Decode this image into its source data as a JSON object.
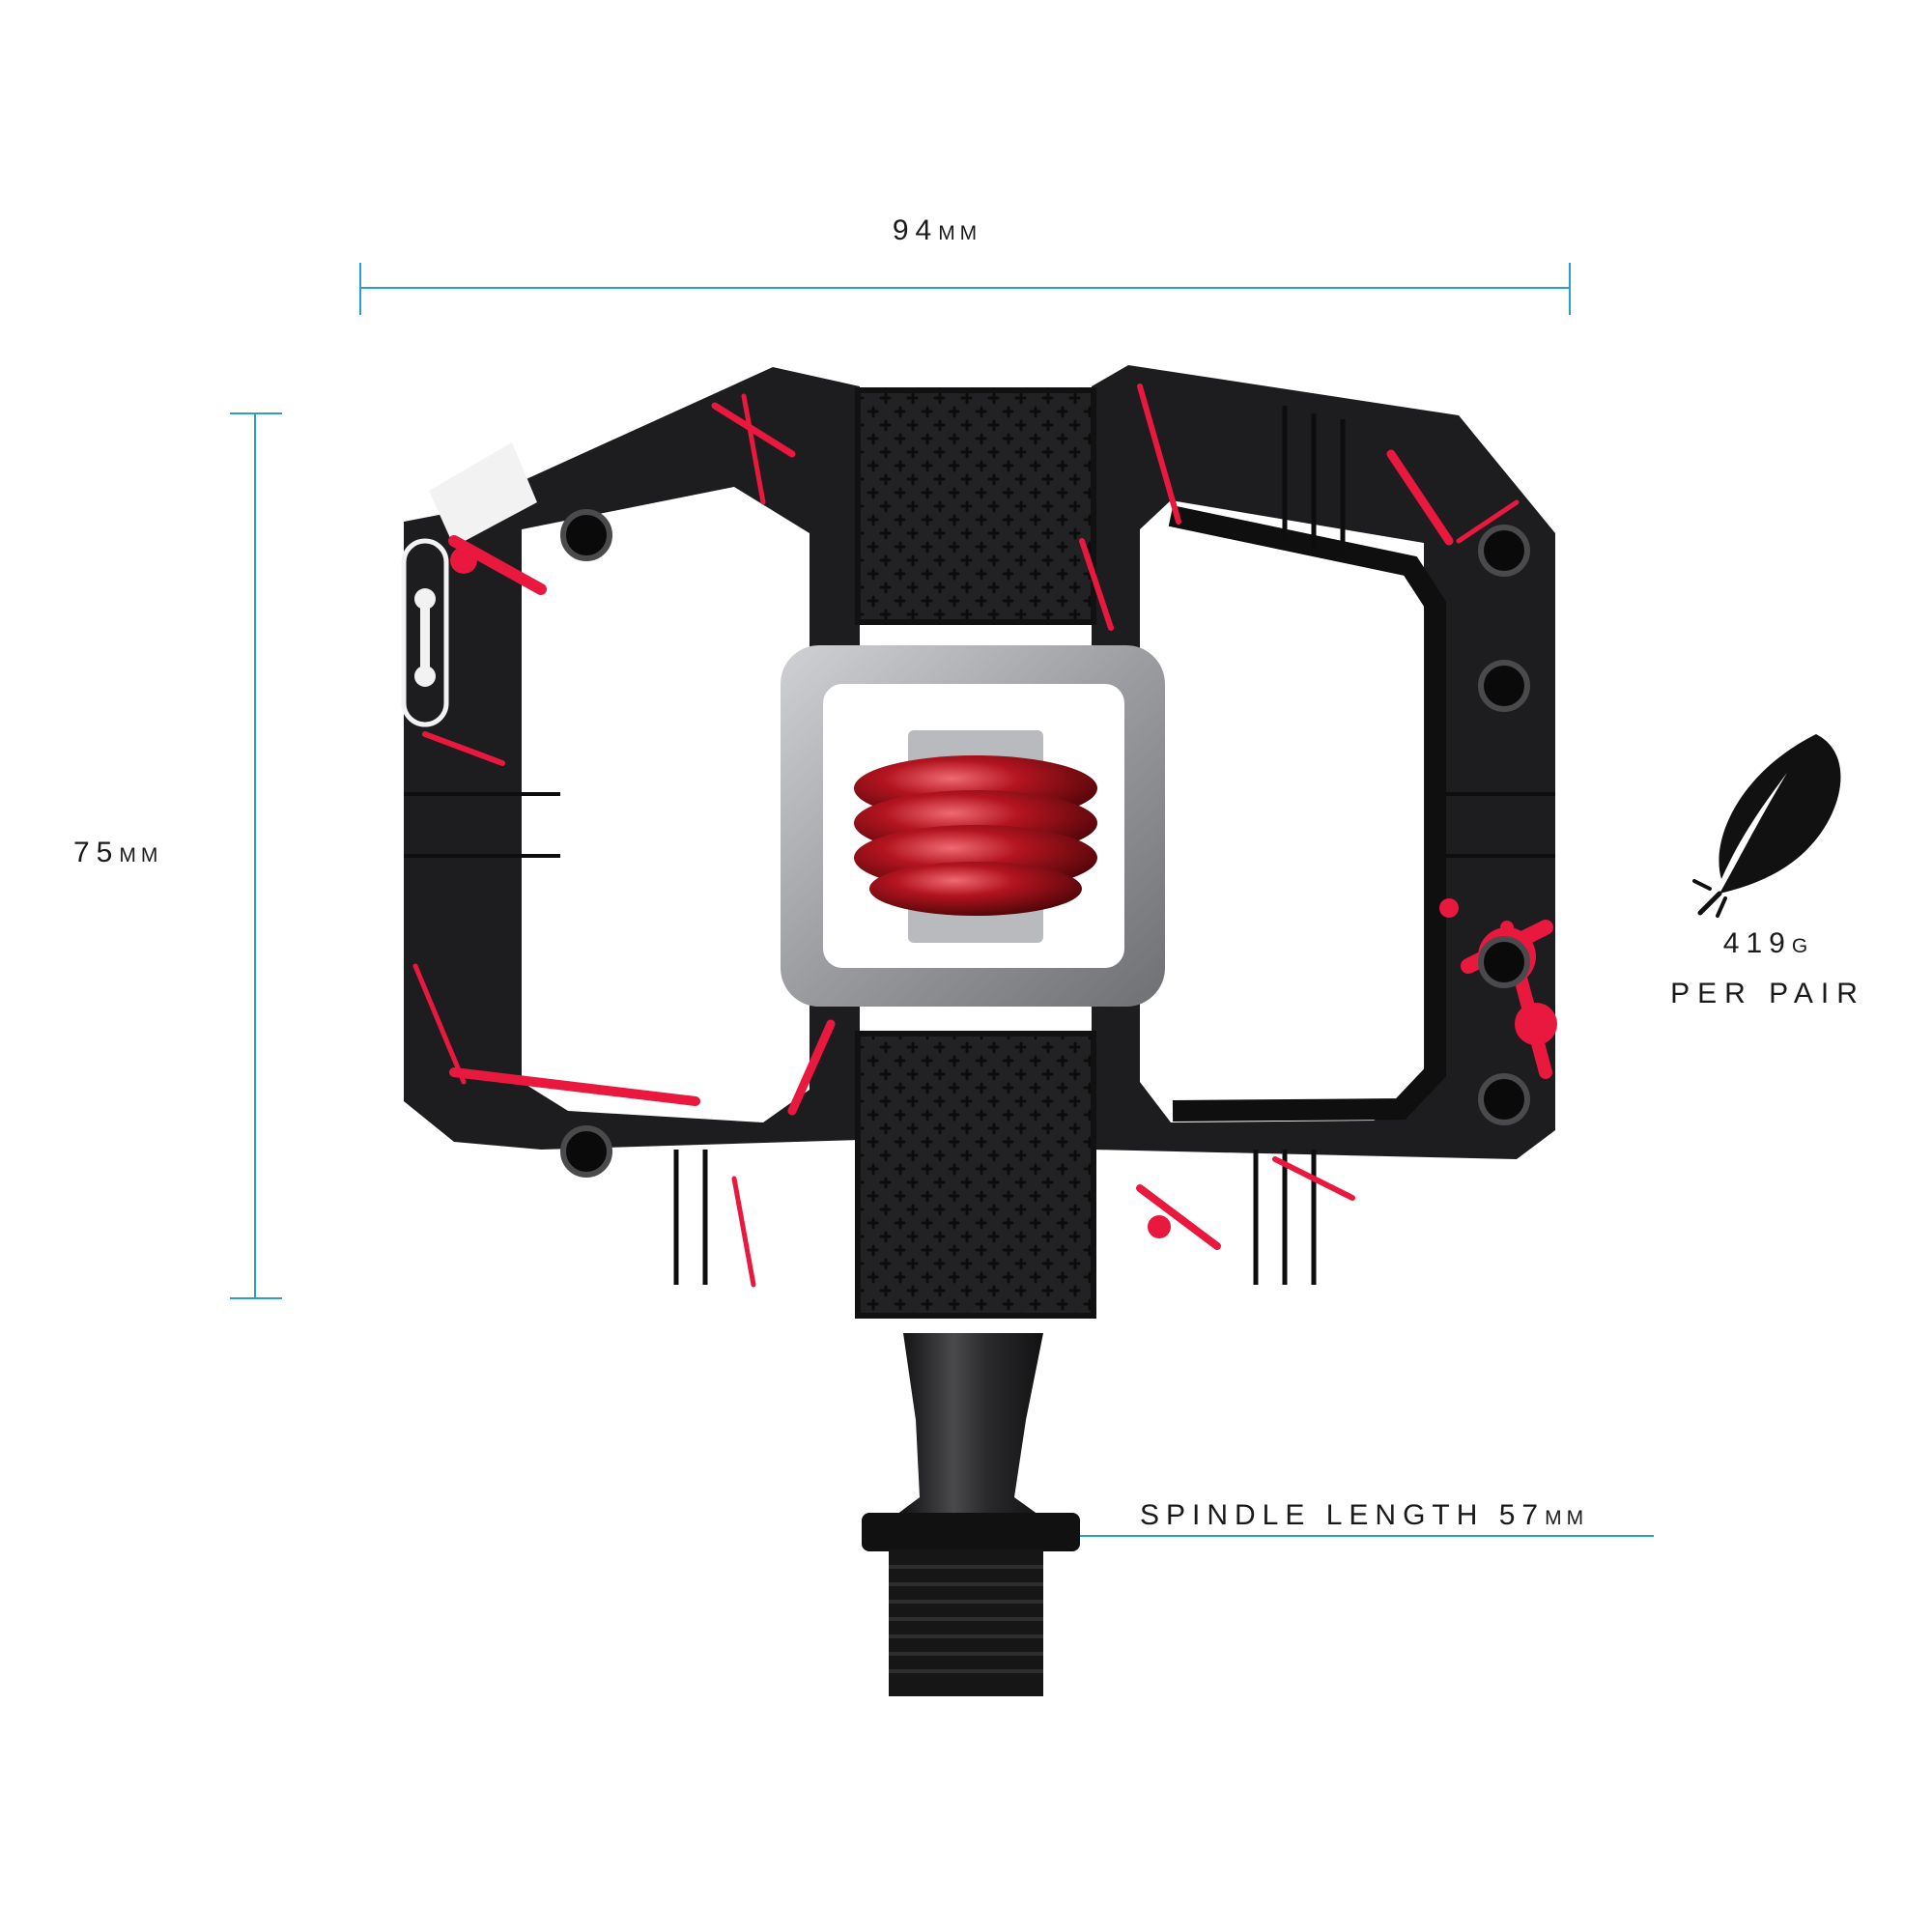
{
  "dimensions": {
    "width": {
      "value": "94",
      "unit": "MM"
    },
    "height": {
      "value": "75",
      "unit": "MM"
    },
    "spindle": {
      "prefix": "SPINDLE LENGTH ",
      "value": "57",
      "unit": "MM"
    }
  },
  "weight": {
    "value": "419",
    "unit": "G",
    "per": "PER PAIR",
    "icon": "feather-icon"
  },
  "colors": {
    "dimension_line": "#2b9fc4",
    "spindle_marker": "#1a9fe0",
    "body": "#1d1d1f",
    "splatter": "#e8183f",
    "spring": "#a5121c",
    "wings": "#a8aaad"
  }
}
